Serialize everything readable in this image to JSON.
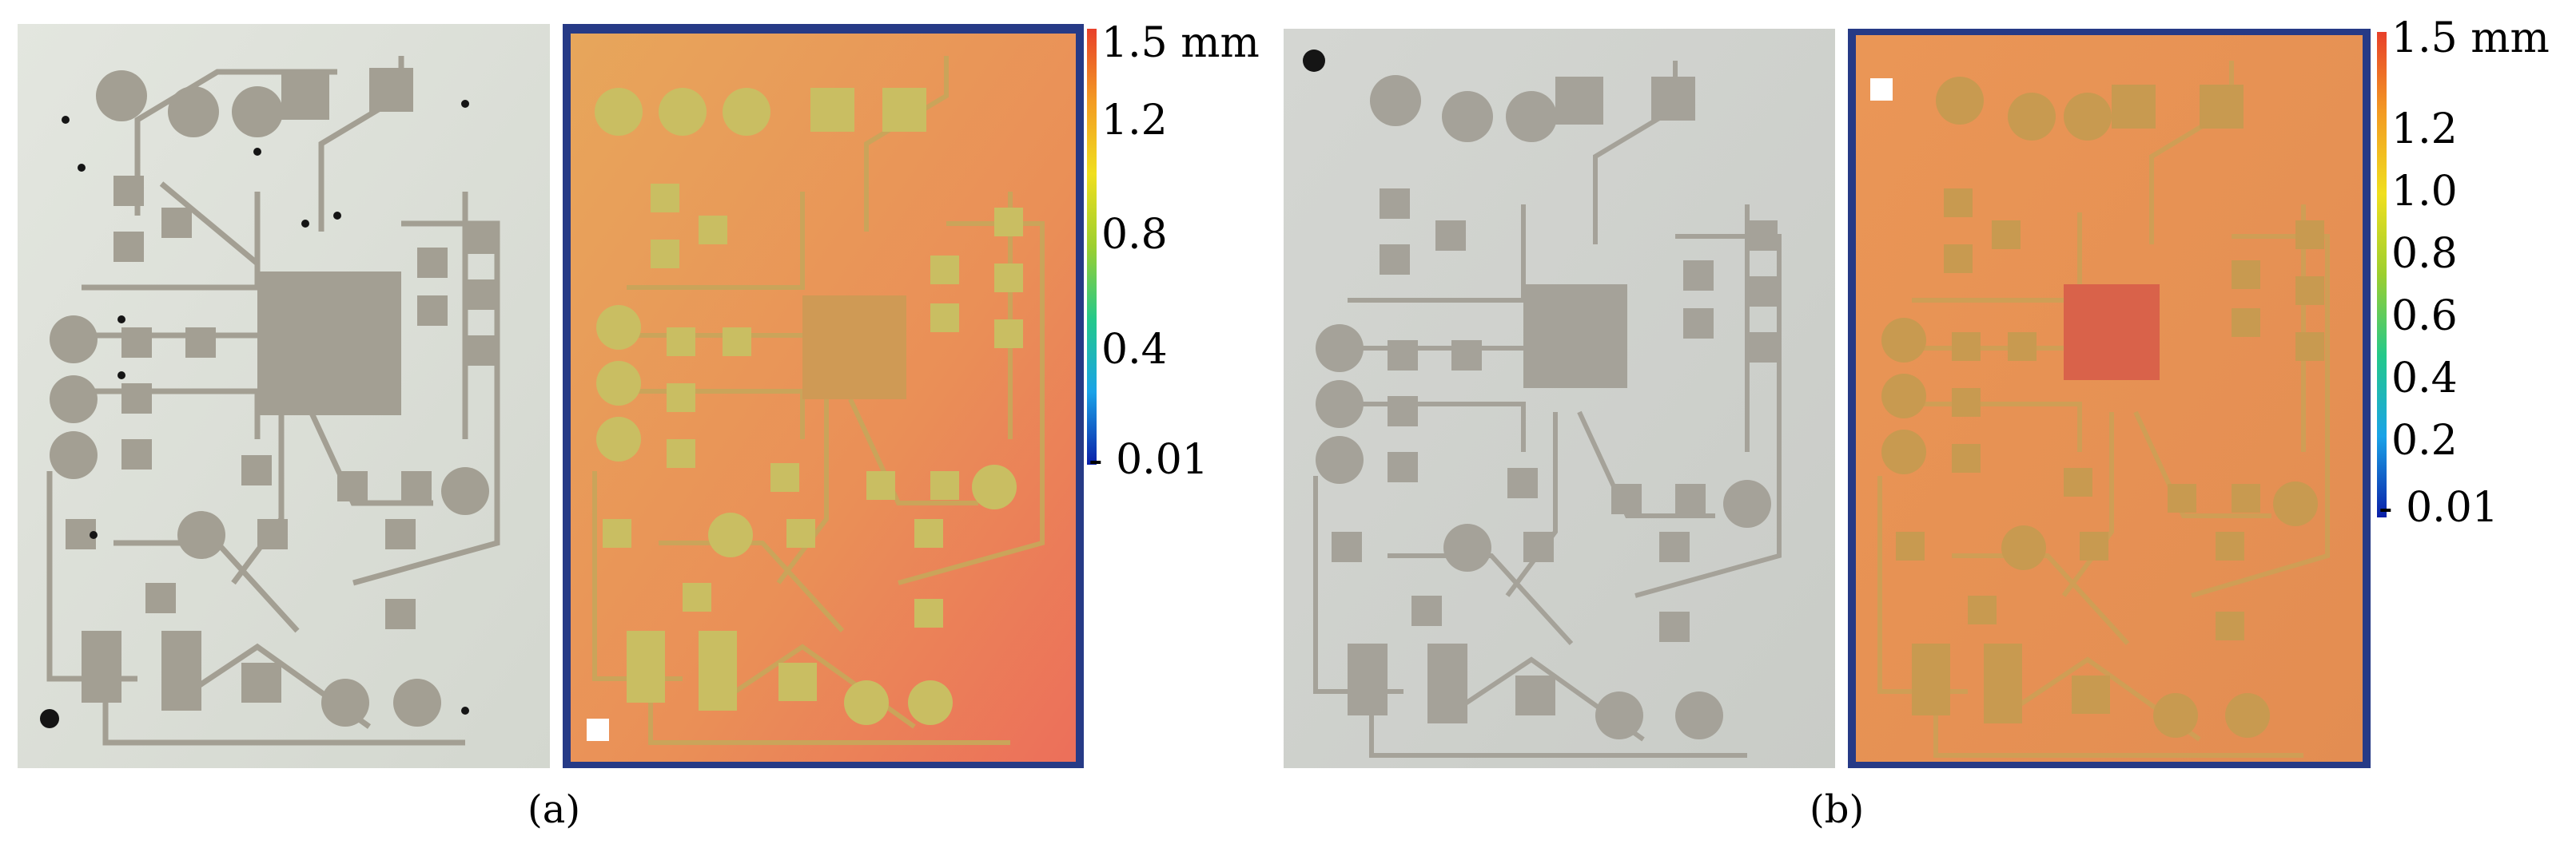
{
  "figure": {
    "left": {
      "caption": "(a)",
      "colorbar": {
        "gradient": [
          "#0b1fa8",
          "#1aa3e8",
          "#24c98a",
          "#9ccf2f",
          "#f0df1e",
          "#f39b23",
          "#e8402a"
        ],
        "ticks": [
          "1.5 mm",
          "1.2",
          "0.8",
          "0.4",
          "- 0.01"
        ]
      }
    },
    "right": {
      "caption": "(b)",
      "colorbar": {
        "gradient": [
          "#0b1fa8",
          "#1aa3e8",
          "#24c98a",
          "#9ccf2f",
          "#f0df1e",
          "#f39b23",
          "#e8402a"
        ],
        "ticks": [
          "1.5 mm",
          "1.2",
          "1.0",
          "0.8",
          "0.6",
          "0.4",
          "0.2",
          "- 0.01"
        ]
      }
    },
    "colors": {
      "board_gray": "#dcdfd7",
      "trace_gray": "#a39f93",
      "board_orange": "#e8955a",
      "trace_orange": "#c9be62",
      "backdrop_blue": "#263a86"
    }
  }
}
